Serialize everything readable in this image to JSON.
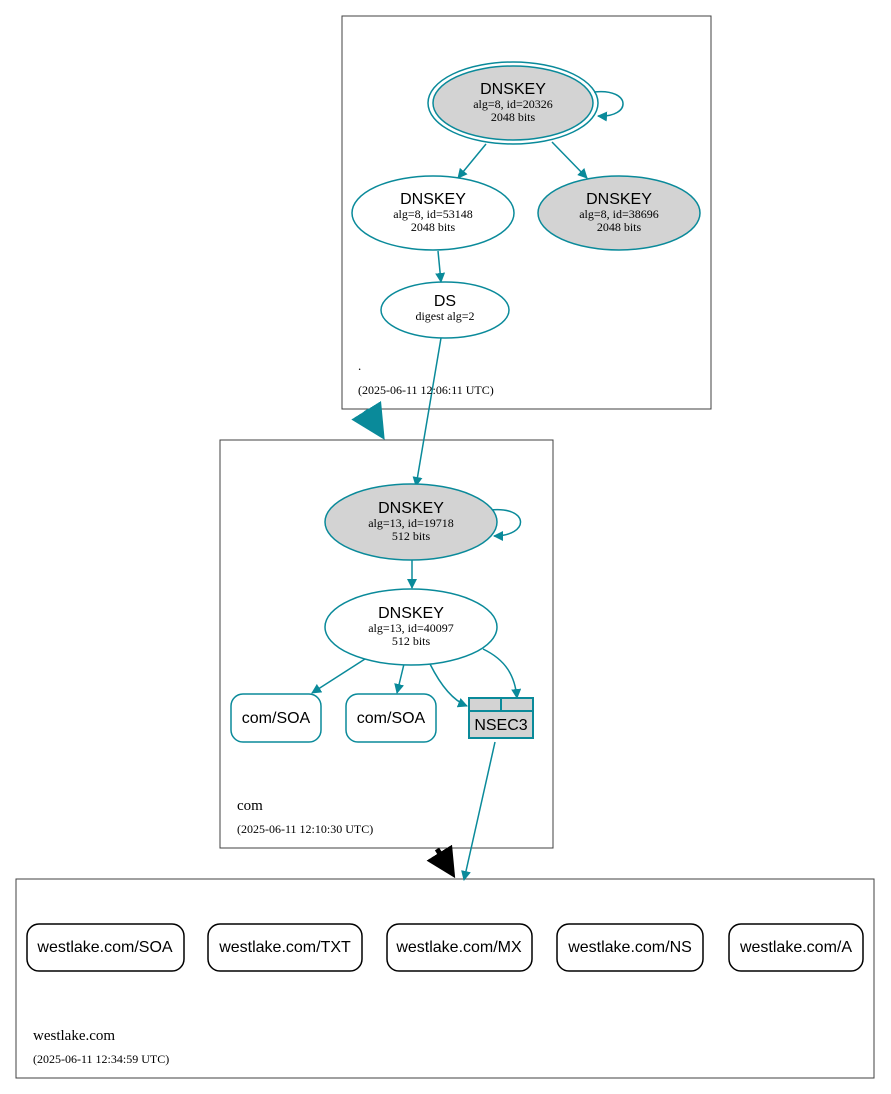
{
  "colors": {
    "edge": "#0a8a9a",
    "node_fill_gray": "#d3d3d3",
    "zone_border": "#404040",
    "black": "#000000"
  },
  "zones": {
    "root": {
      "name": ".",
      "timestamp": "(2025-06-11 12:06:11 UTC)",
      "keys": {
        "ksk": {
          "title": "DNSKEY",
          "detail": "alg=8, id=20326",
          "size": "2048 bits"
        },
        "zsk": {
          "title": "DNSKEY",
          "detail": "alg=8, id=53148",
          "size": "2048 bits"
        },
        "standby": {
          "title": "DNSKEY",
          "detail": "alg=8, id=38696",
          "size": "2048 bits"
        }
      },
      "ds": {
        "title": "DS",
        "detail": "digest alg=2"
      }
    },
    "com": {
      "name": "com",
      "timestamp": "(2025-06-11 12:10:30 UTC)",
      "keys": {
        "ksk": {
          "title": "DNSKEY",
          "detail": "alg=13, id=19718",
          "size": "512 bits"
        },
        "zsk": {
          "title": "DNSKEY",
          "detail": "alg=13, id=40097",
          "size": "512 bits"
        }
      },
      "soa1": "com/SOA",
      "soa2": "com/SOA",
      "nsec3": "NSEC3"
    },
    "westlake": {
      "name": "westlake.com",
      "timestamp": "(2025-06-11 12:34:59 UTC)",
      "records": [
        "westlake.com/SOA",
        "westlake.com/TXT",
        "westlake.com/MX",
        "westlake.com/NS",
        "westlake.com/A"
      ]
    }
  }
}
